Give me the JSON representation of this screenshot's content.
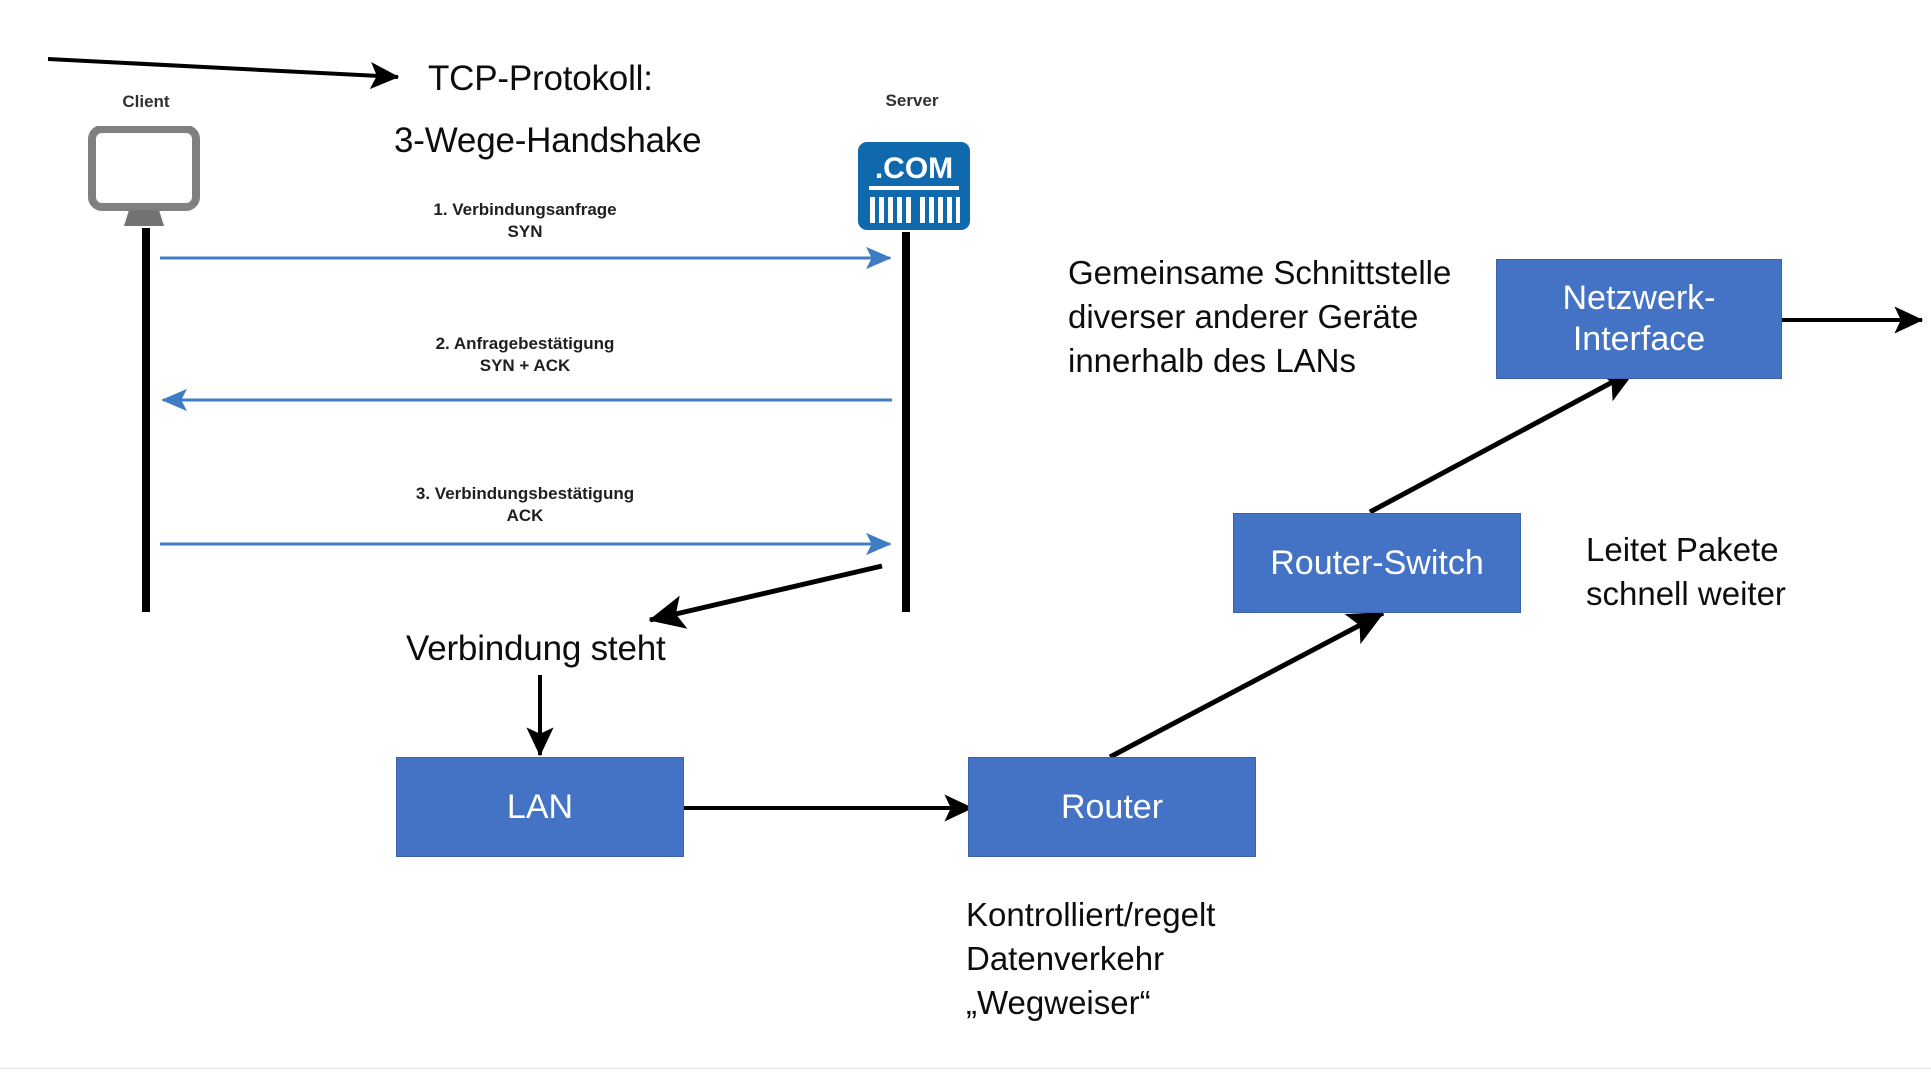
{
  "slide": {
    "title_line1": "TCP-Protokoll:",
    "title_line2": "3-Wege-Handshake"
  },
  "sequence": {
    "client_label": "Client",
    "server_label": "Server",
    "client_icon": "desktop-monitor-icon",
    "server_icon": "dot-com-server-icon",
    "server_icon_text": ".COM",
    "messages": [
      {
        "title": "1. Verbindungsanfrage",
        "flags": "SYN",
        "direction": "client-to-server"
      },
      {
        "title": "2. Anfragebestätigung",
        "flags": "SYN + ACK",
        "direction": "server-to-client"
      },
      {
        "title": "3. Verbindungsbestätigung",
        "flags": "ACK",
        "direction": "client-to-server"
      }
    ],
    "result_label": "Verbindung steht"
  },
  "nodes": {
    "lan": "LAN",
    "router": "Router",
    "router_switch": "Router-Switch",
    "network_interface_line1": "Netzwerk-",
    "network_interface_line2": "Interface"
  },
  "annotations": {
    "interface_note_line1": "Gemeinsame Schnittstelle",
    "interface_note_line2": "diverser anderer Geräte",
    "interface_note_line3": "innerhalb des LANs",
    "switch_note_line1": "Leitet Pakete",
    "switch_note_line2": "schnell weiter",
    "router_note_line1": "Kontrolliert/regelt",
    "router_note_line2": "Datenverkehr",
    "router_note_line3": "„Wegweiser“"
  },
  "colors": {
    "box_fill": "#4472C4",
    "box_text": "#FFFFFF",
    "message_arrow": "#3E7DC4",
    "server_icon_fill": "#1169AD",
    "client_icon_stroke": "#808080",
    "black_arrow": "#000000",
    "background": "#FFFFFF"
  }
}
